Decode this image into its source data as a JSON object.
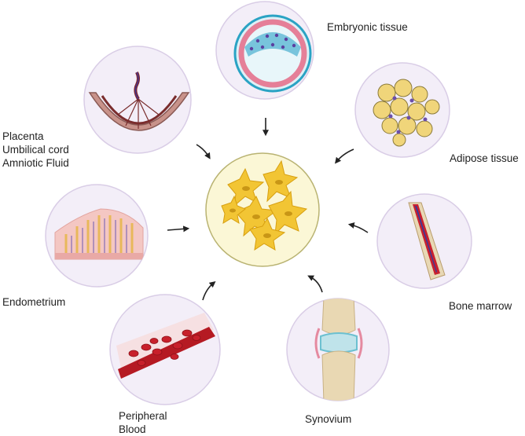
{
  "diagram": {
    "center": {
      "icon": "mesenchymal-stem-cells-icon"
    },
    "sources": [
      {
        "id": "embryonic",
        "label_lines": [
          "Embryonic tissue"
        ],
        "icon": "blastocyst-icon"
      },
      {
        "id": "adipose",
        "label_lines": [
          "Adipose tissue"
        ],
        "icon": "fat-cells-icon"
      },
      {
        "id": "bone-marrow",
        "label_lines": [
          "Bone marrow"
        ],
        "icon": "bone-icon"
      },
      {
        "id": "synovium",
        "label_lines": [
          "Synovium"
        ],
        "icon": "joint-icon"
      },
      {
        "id": "peripheral-blood",
        "label_lines": [
          "Peripheral",
          "Blood"
        ],
        "icon": "blood-vessel-icon"
      },
      {
        "id": "endometrium",
        "label_lines": [
          "Endometrium"
        ],
        "icon": "endometrium-icon"
      },
      {
        "id": "placenta",
        "label_lines": [
          "Placenta",
          "Umbilical cord",
          "Amniotic Fluid"
        ],
        "icon": "placenta-icon"
      }
    ]
  },
  "colors": {
    "circle_fill": "#f3eef8",
    "circle_stroke": "#d9cde6",
    "center_fill": "#fbf7d6",
    "center_stroke": "#b9b372",
    "cell_yellow": "#f2c534",
    "arrow": "#222222"
  }
}
